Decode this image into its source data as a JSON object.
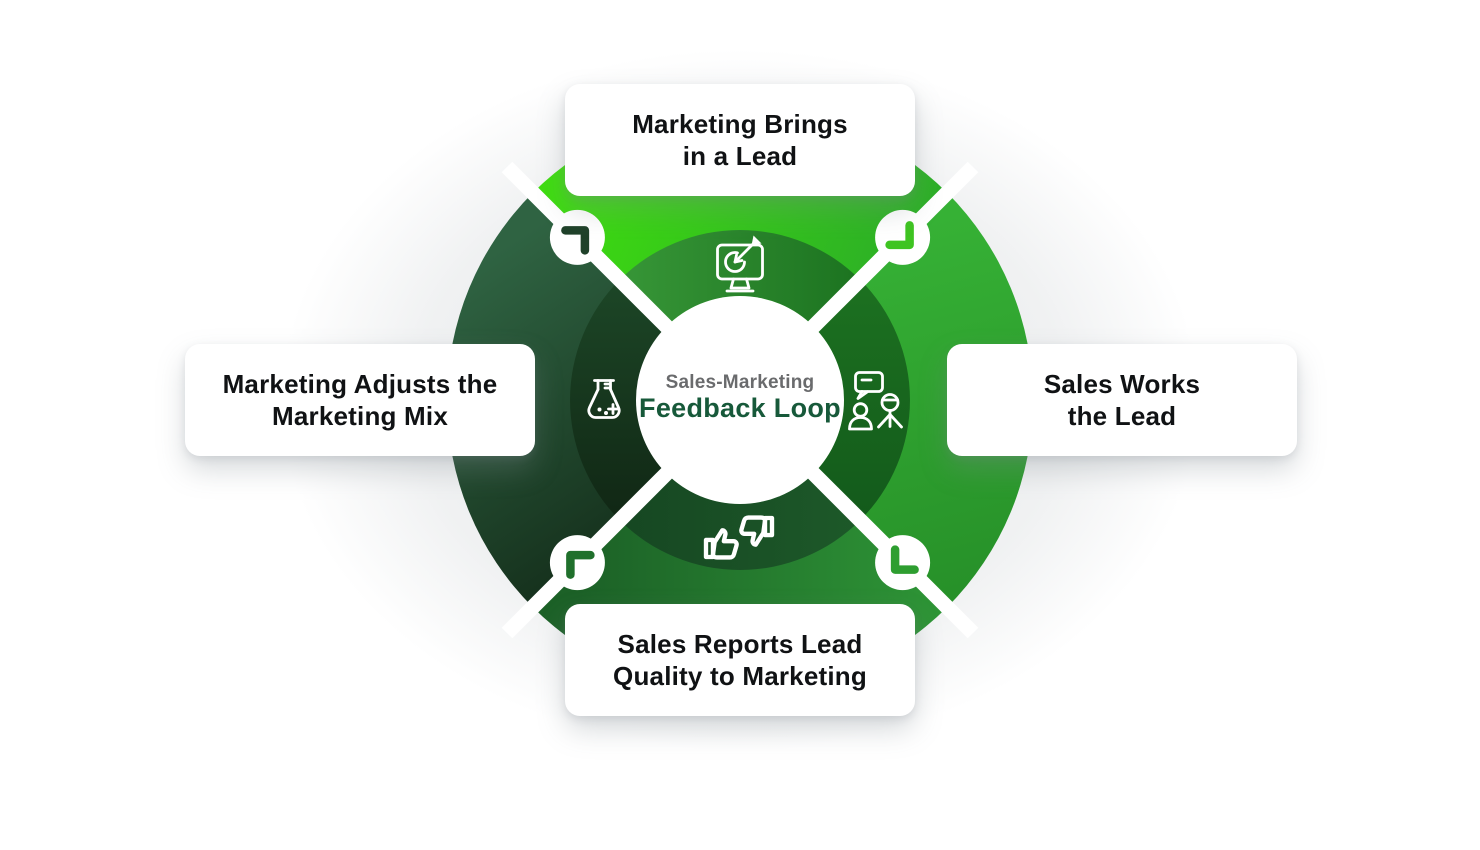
{
  "diagram": {
    "center_label": {
      "subtitle": "Sales-Marketing",
      "title": "Feedback Loop",
      "subtitle_color": "#6a6b6d",
      "title_color": "#17593a"
    },
    "steps": [
      {
        "position": "top",
        "line1": "Marketing Brings",
        "line2": "in a Lead",
        "icon": "computer-target-icon",
        "quadrant_colors": [
          "#3edc10",
          "#2aa82a"
        ]
      },
      {
        "position": "right",
        "line1": "Sales Works",
        "line2": "the Lead",
        "icon": "conversation-icon",
        "quadrant_colors": [
          "#36b135",
          "#279129"
        ]
      },
      {
        "position": "bottom",
        "line1": "Sales Reports Lead",
        "line2": "Quality to Marketing",
        "icon": "thumbs-up-down-icon",
        "quadrant_colors": [
          "#1c6127",
          "#2e9536"
        ]
      },
      {
        "position": "left",
        "line1": "Marketing Adjusts the",
        "line2": "Marketing Mix",
        "icon": "flask-icon",
        "quadrant_colors": [
          "#2f6342",
          "#132c19"
        ]
      }
    ],
    "corner_arrows": [
      {
        "position": "top-left",
        "color": "#1f4129"
      },
      {
        "position": "top-right",
        "color": "#3ec421"
      },
      {
        "position": "bottom-right",
        "color": "#2e9e30"
      },
      {
        "position": "bottom-left",
        "color": "#20702c"
      }
    ],
    "text_color": "#101214",
    "card_background": "#ffffff"
  }
}
